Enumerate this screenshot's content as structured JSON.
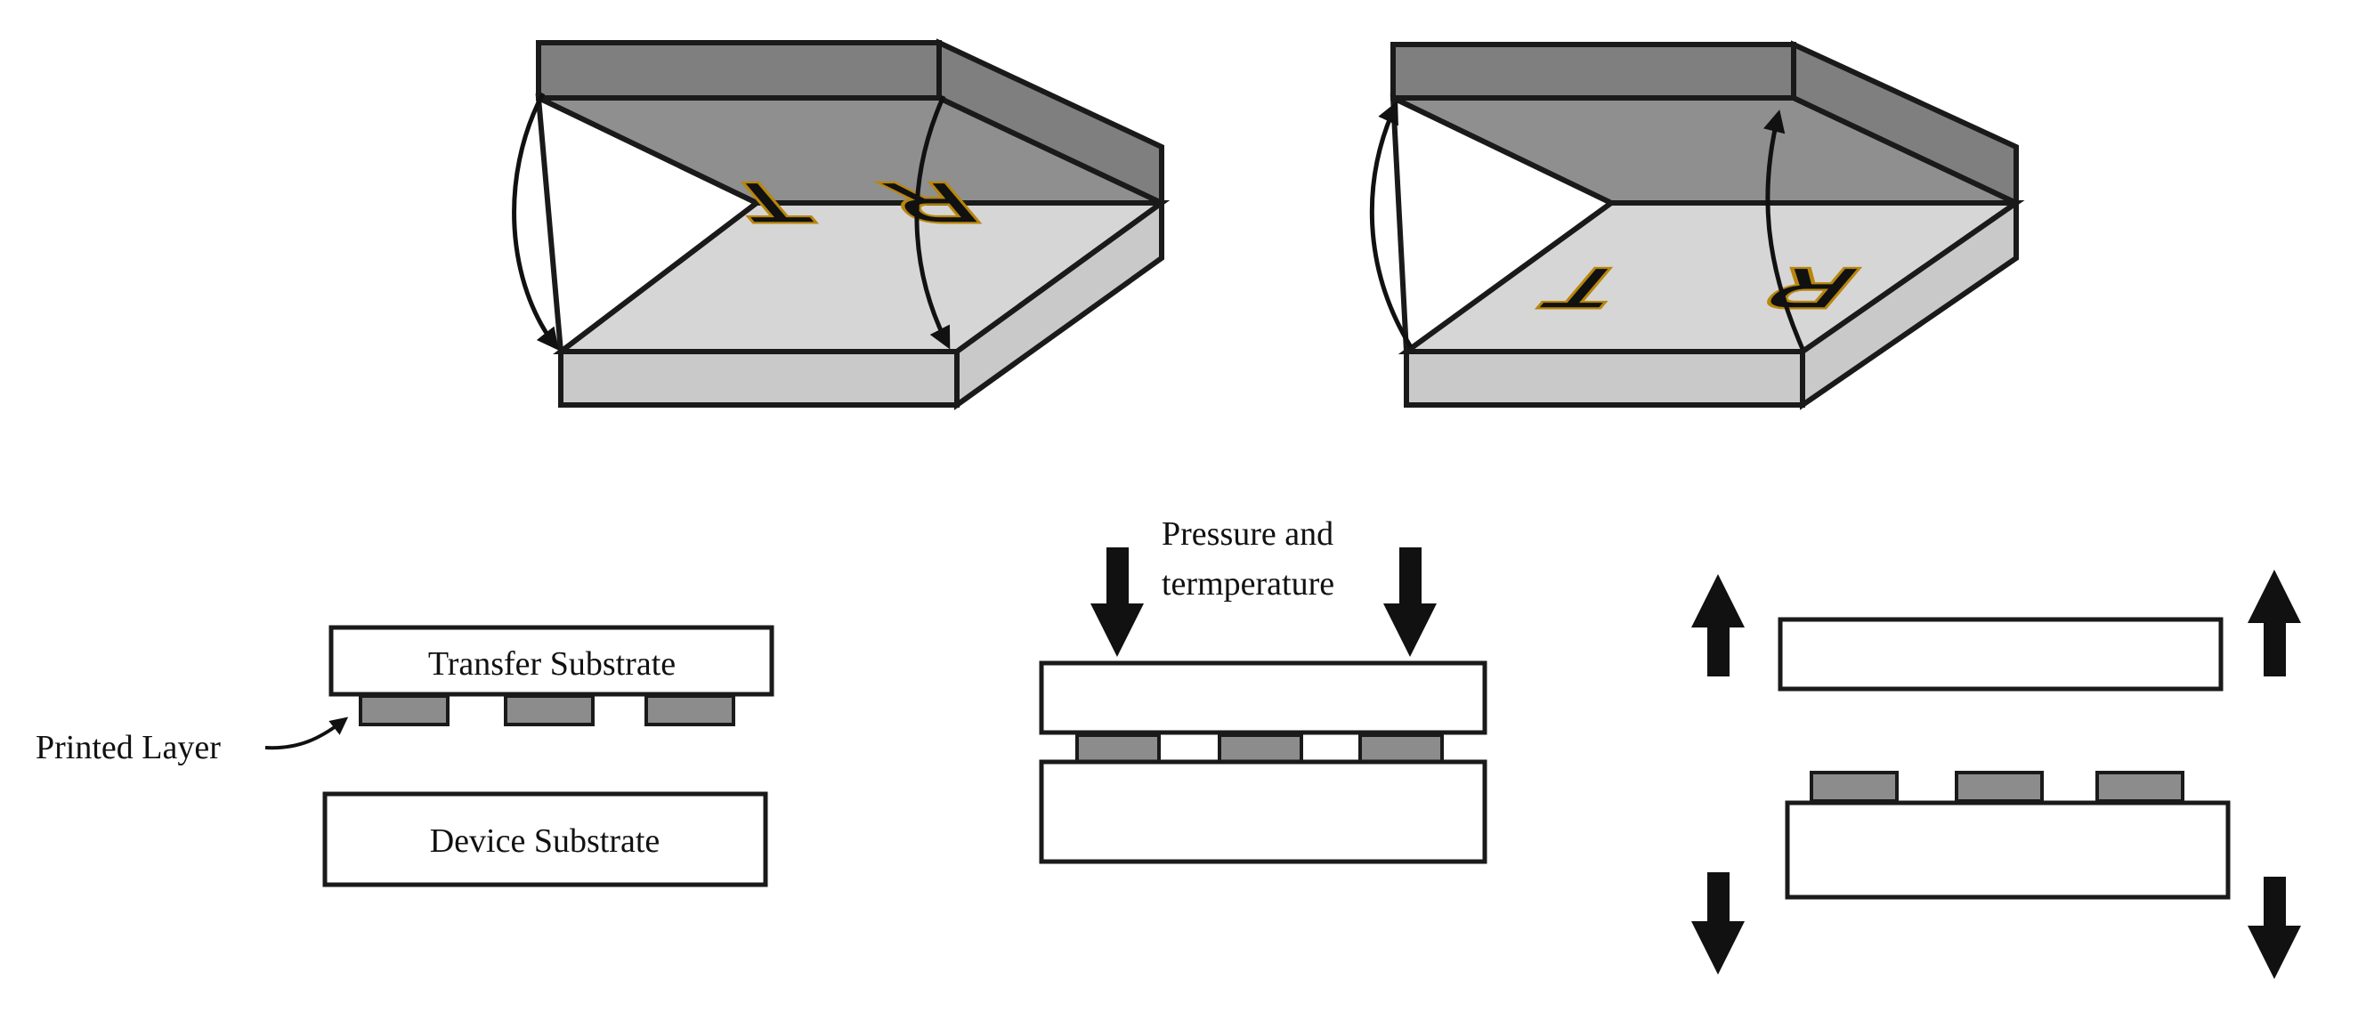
{
  "labels": {
    "transfer_substrate": "Transfer Substrate",
    "device_substrate": "Device Substrate",
    "printed_layer": "Printed Layer",
    "pressure_line1": "Pressure and",
    "pressure_line2": "termperature"
  },
  "glyphs": {
    "first": "T",
    "second": "R"
  },
  "colors": {
    "top_plate": "#8f8f8f",
    "top_plate_edge": "#7f7f7f",
    "bottom_plate": "#d6d6d6",
    "bottom_plate_edge": "#c9c9c9",
    "ink": "#f2b21a",
    "ink_shadow": "#b8860b",
    "printed_block": "#8c8c8c",
    "outline": "#1a1a1a"
  }
}
